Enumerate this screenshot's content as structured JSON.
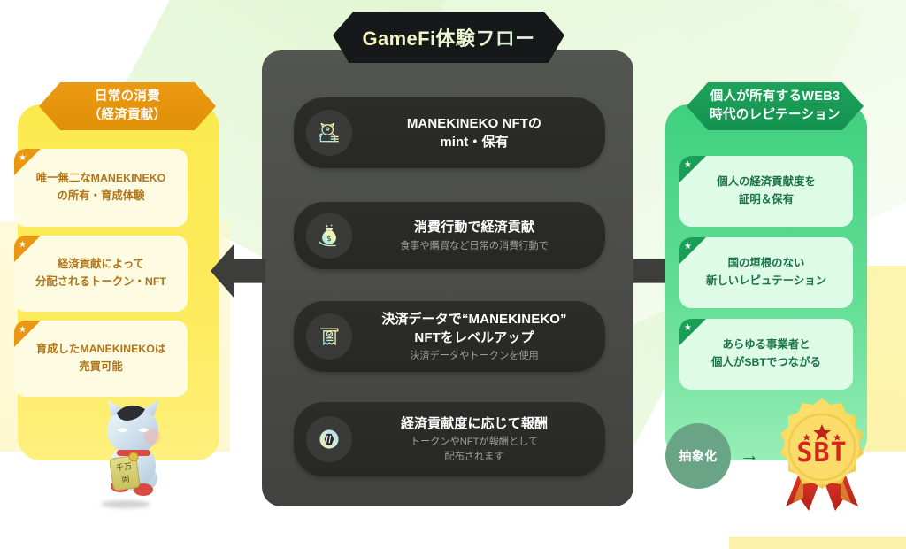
{
  "diagram": {
    "title": "GameFi体験フロー",
    "center_panel_name": "gamefi-flow-column"
  },
  "left_panel": {
    "header_line1": "日常の消費",
    "header_line2": "（経済貢献）",
    "accent_color": "#e08f08",
    "panel_color": "#fbe94f",
    "cards": [
      {
        "line1": "唯一無二なMANEKINEKO",
        "line2": "の所有・育成体験"
      },
      {
        "line1": "経済貢献によって",
        "line2": "分配されるトークン・NFT"
      },
      {
        "line1": "育成したMANEKINEKOは",
        "line2": "売買可能"
      }
    ],
    "mascot_name": "maneki-neko-figure"
  },
  "right_panel": {
    "header_line1": "個人が所有するWEB3",
    "header_line2": "時代のレピテーション",
    "accent_color": "#17934f",
    "panel_color": "#3fd07f",
    "cards": [
      {
        "line1": "個人の経済貢献度を",
        "line2": "証明＆保有"
      },
      {
        "line1": "国の垣根のない",
        "line2": "新しいレピュテーション"
      },
      {
        "line1": "あらゆる事業者と",
        "line2": "個人がSBTでつながる"
      }
    ],
    "abstraction_label": "抽象化",
    "badge_label": "SBT"
  },
  "steps": [
    {
      "icon": "maneki-neko-icon",
      "title_line1": "MANEKINEKO NFTの",
      "title_line2": "mint・保有",
      "subtitle_line1": "",
      "subtitle_line2": ""
    },
    {
      "icon": "money-bag-hand-icon",
      "title_line1": "消費行動で経済貢献",
      "title_line2": "",
      "subtitle_line1": "食事や購買など日常の消費行動で",
      "subtitle_line2": ""
    },
    {
      "icon": "receipt-check-icon",
      "title_line1": "決済データで“MANEKINEKO”",
      "title_line2": "NFTをレベルアップ",
      "subtitle_line1": "決済データやトークンを使用",
      "subtitle_line2": ""
    },
    {
      "icon": "token-coin-icon",
      "title_line1": "経済貢献度に応じて報酬",
      "title_line2": "",
      "subtitle_line1": "トークンやNFTが報酬として",
      "subtitle_line2": "配布されます"
    }
  ],
  "arrows": {
    "left_label": "flow-to-left-panel",
    "right_label": "flow-to-right-panel"
  }
}
